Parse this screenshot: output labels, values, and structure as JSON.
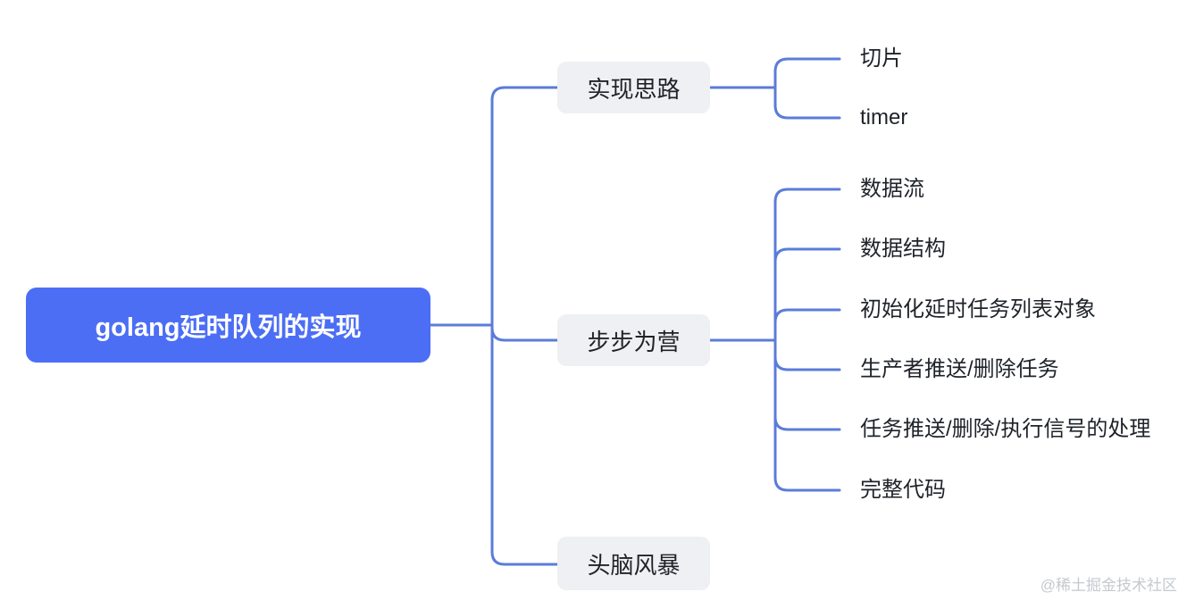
{
  "colors": {
    "root_bg": "#4c6ef5",
    "root_text": "#ffffff",
    "connector": "#5b7cd9",
    "branch_bg": "#eef0f3",
    "node_text": "#1f2329",
    "watermark_text": "#c5c9ce"
  },
  "mindmap": {
    "root": {
      "label": "golang延时队列的实现"
    },
    "branches": [
      {
        "label": "实现思路",
        "children": [
          {
            "label": "切片"
          },
          {
            "label": "timer"
          }
        ]
      },
      {
        "label": "步步为营",
        "children": [
          {
            "label": "数据流"
          },
          {
            "label": "数据结构"
          },
          {
            "label": "初始化延时任务列表对象"
          },
          {
            "label": "生产者推送/删除任务"
          },
          {
            "label": "任务推送/删除/执行信号的处理"
          },
          {
            "label": "完整代码"
          }
        ]
      },
      {
        "label": "头脑风暴",
        "children": []
      }
    ]
  },
  "watermark": {
    "text": "@稀土掘金技术社区"
  }
}
